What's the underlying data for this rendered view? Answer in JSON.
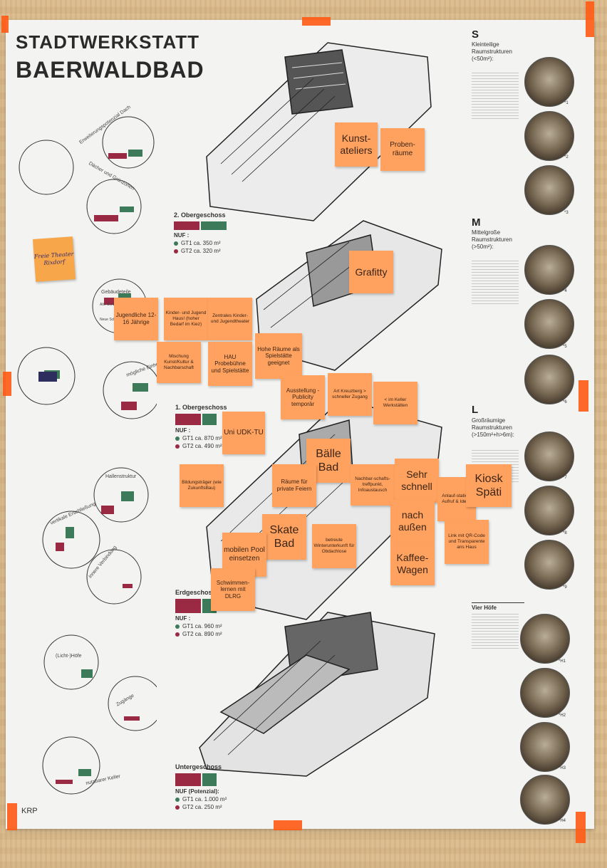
{
  "poster": {
    "title_line1": "STADTWERKSTATT",
    "title_line2": "BAERWALDBAD",
    "footer": "KRP"
  },
  "floors": [
    {
      "name": "2. Obergeschoss",
      "nuf_label": "NUF :",
      "gt1": "GT1 ca.   350 m²",
      "gt2": "GT2 ca.   320 m²"
    },
    {
      "name": "1. Obergeschoss",
      "nuf_label": "NUF :",
      "gt1": "GT1 ca.   870 m²",
      "gt2": "GT2 ca.   490 m²"
    },
    {
      "name": "Erdgeschoss",
      "nuf_label": "NUF :",
      "gt1": "GT1 ca.   960 m²",
      "gt2": "GT2 ca.   890 m²"
    },
    {
      "name": "Untergeschoss",
      "nuf_label": "NUF (Potenzial):",
      "gt1": "GT1 ca. 1.000 m²",
      "gt2": "GT2 ca.   250 m²"
    }
  ],
  "left_diagram_labels": [
    "Erweiterungspotenzial Dach",
    "Dächer und Grünzonen",
    "Gebäudeteile",
    "Alte Schwimmhalle",
    "Neue Schwimmhalle",
    "mögliche Einheiten",
    "Hallenstruktur",
    "vertikale Erschließung",
    "innere Verbindung",
    "(Licht-)Höfe",
    "Zugänge",
    "nutzbarer Keller"
  ],
  "sections": [
    {
      "letter": "S",
      "title": "Kleinteilige Raumstrukturen (<50m²):",
      "captions": [
        "*1",
        "*2",
        "*3"
      ]
    },
    {
      "letter": "M",
      "title": "Mittelgroße Raumstrukturen (>50m²):",
      "captions": [
        "*4",
        "*5",
        "*6"
      ]
    },
    {
      "letter": "L",
      "title": "Großräumige Raumstrukturen (>150m²+h>6m):",
      "captions": [
        "*7",
        "*8",
        "*9"
      ]
    },
    {
      "letter": "",
      "title": "Vier Höfe",
      "captions": [
        "*H1",
        "*H2",
        "*H3",
        "*H4"
      ]
    }
  ],
  "handnote": "Freie Theater Rixdorf",
  "sticky_notes": [
    "Kunst-ateliers",
    "Proben-räume",
    "Grafitty",
    "Jugendliche 12-16 Jährige",
    "Kinder- und Jugend Haus! (hoher Bedarf im Kiez)",
    "Zentrales Kinder- und Jugendtheater",
    "Mischung Kunst/Kultur & Nachbarschaft",
    "HAU Probebühne und Spielstätte",
    "Hohe Räume als Spielstätte geeignet",
    "Ausstellung - Publicity temporär",
    "Art Kreuzberg > schneller Zugang",
    "< im Keller Werkstätten",
    "Uni UDK-TU",
    "Bälle Bad",
    "Bildungsträger (wie ZukunftsBau)",
    "Räume für private Feiern",
    "Nachbar-schafts-treffpunkt, Infoaustausch",
    "Sehr schnell",
    "Anlauf-station: Aufruf & Ideen",
    "Kiosk Späti",
    "nach außen",
    "Link mit QR-Code und Transparente ans Haus",
    "Skate Bad",
    "mobilen Pool einsetzen",
    "betreute Winterunterkunft für Obdachlose",
    "Kaffee-Wagen",
    "Schwimmen-lernen mit DLRG"
  ],
  "colors": {
    "sticky": "#ffa260",
    "tape": "#ff5a14",
    "gt1": "#3c7a5a",
    "gt2": "#9a2a44",
    "wood": "#d9b98a"
  }
}
